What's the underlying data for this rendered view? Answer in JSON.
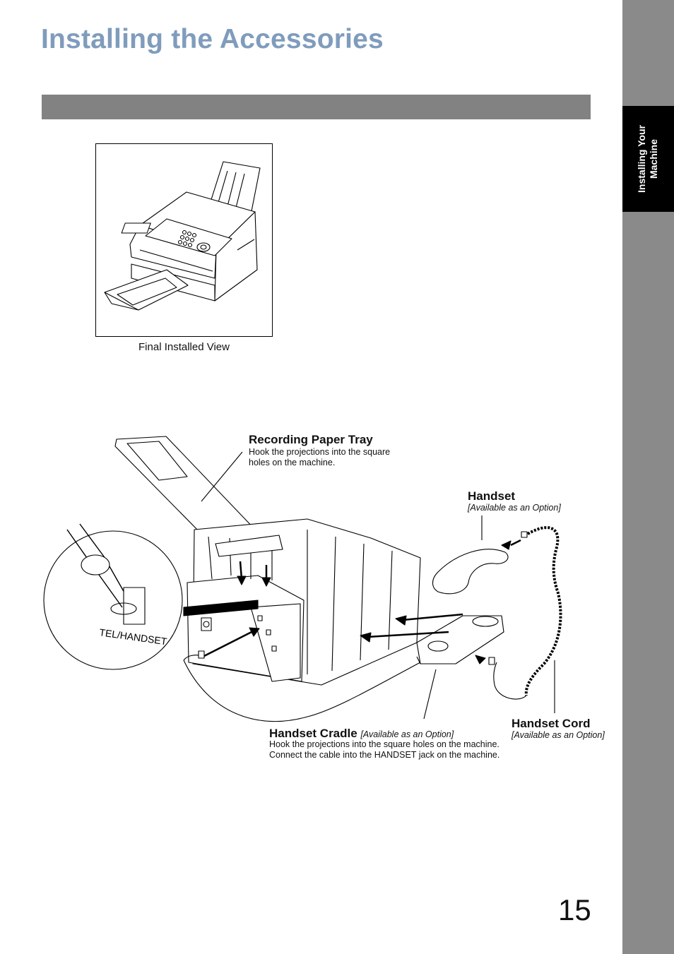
{
  "page": {
    "title": "Installing the Accessories",
    "side_tab": "Installing Your\nMachine",
    "page_number": "15"
  },
  "figure_top": {
    "caption": "Final Installed View"
  },
  "figure_main": {
    "tel_jack_label": "TEL/HANDSET",
    "recording_tray": {
      "heading": "Recording Paper Tray",
      "line1": "Hook the projections into the square",
      "line2": "holes on the machine."
    },
    "handset": {
      "heading": "Handset",
      "note": "[Available as an Option]"
    },
    "handset_cradle": {
      "heading": "Handset Cradle",
      "note": "[Available as an Option]",
      "line1": "Hook the projections into the square holes on the machine.",
      "line2": "Connect the cable into the HANDSET jack on the machine."
    },
    "handset_cord": {
      "heading": "Handset Cord",
      "note": "[Available as an Option]"
    }
  },
  "colors": {
    "title": "#7f9cbd",
    "section_bar": "#828282",
    "side_strip": "#8a8a8a",
    "side_tab": "#000000"
  }
}
